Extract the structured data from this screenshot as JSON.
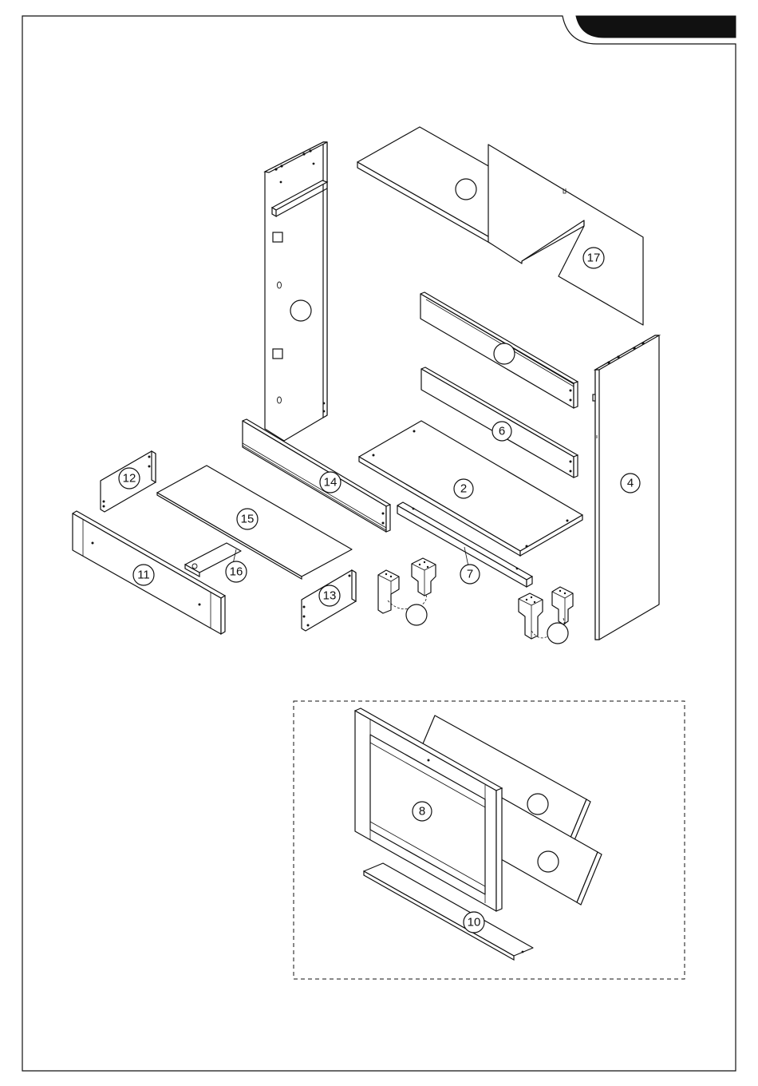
{
  "parts": {
    "p2": "2",
    "p4": "4",
    "p6": "6",
    "p7": "7",
    "p8": "8",
    "p10": "10",
    "p11": "11",
    "p12": "12",
    "p13": "13",
    "p14": "14",
    "p15": "15",
    "p16": "16",
    "p17": "17"
  }
}
